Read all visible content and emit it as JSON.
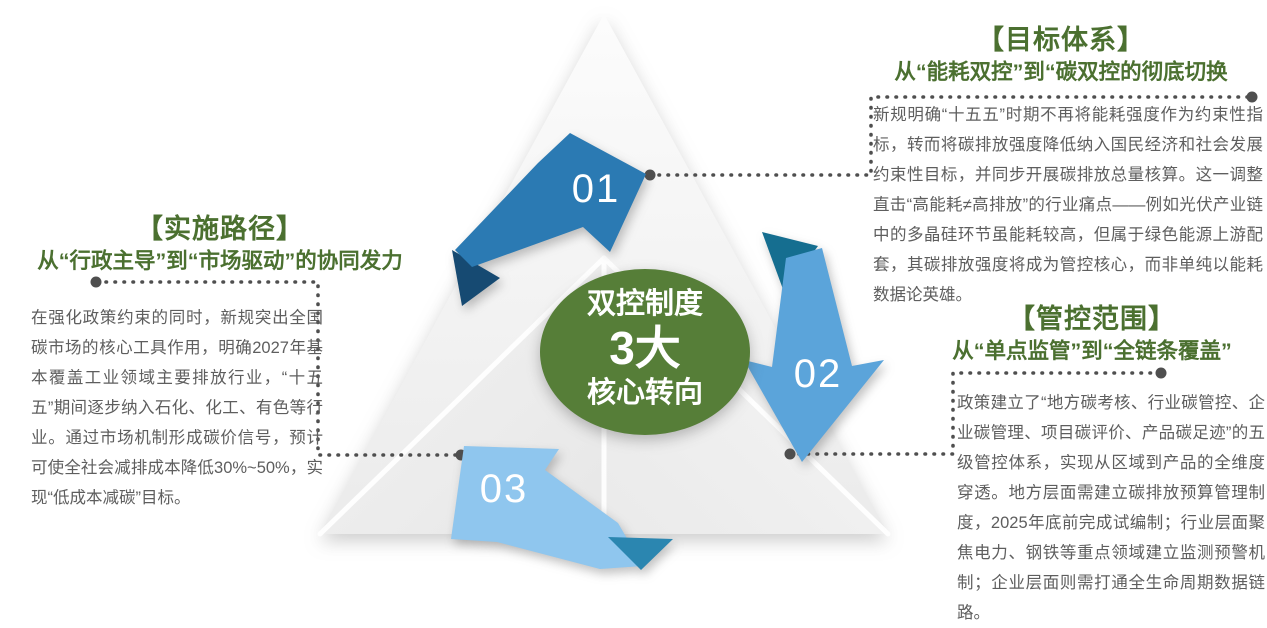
{
  "center": {
    "circle_line1": "双控制度",
    "circle_line2": "3大",
    "circle_line3": "核心转向",
    "circle_color": "#567e38",
    "steps": [
      {
        "number": "01",
        "color": "#2b7ab3"
      },
      {
        "number": "02",
        "color": "#5ba4da"
      },
      {
        "number": "03",
        "color": "#8fc6ee"
      }
    ]
  },
  "colors": {
    "heading_green": "#4b7030",
    "body_gray": "#5e5e5e",
    "connector_gray": "#4f4f4f",
    "triangle_light": "#f1f1f1"
  },
  "sections": [
    {
      "id": "target",
      "title": "【目标体系】",
      "subtitle": "从“能耗双控”到“碳双控的彻底切换",
      "body": "新规明确“十五五”时期不再将能耗强度作为约束性指标，转而将碳排放强度降低纳入国民经济和社会发展约束性目标，并同步开展碳排放总量核算。这一调整直击“高能耗≠高排放”的行业痛点——例如光伏产业链中的多晶硅环节虽能耗较高，但属于绿色能源上游配套，其碳排放强度将成为管控核心，而非单纯以能耗数据论英雄。"
    },
    {
      "id": "scope",
      "title": "【管控范围】",
      "subtitle": "从“单点监管”到“全链条覆盖”",
      "body": "政策建立了“地方碳考核、行业碳管控、企业碳管理、项目碳评价、产品碳足迹”的五级管控体系，实现从区域到产品的全维度穿透。地方层面需建立碳排放预算管理制度，2025年底前完成试编制；行业层面聚焦电力、钢铁等重点领域建立监测预警机制；企业层面则需打通全生命周期数据链路。"
    },
    {
      "id": "path",
      "title": "【实施路径】",
      "subtitle": "从“行政主导”到“市场驱动”的协同发力",
      "body": "在强化政策约束的同时，新规突出全国碳市场的核心工具作用，明确2027年基本覆盖工业领域主要排放行业，“十五五”期间逐步纳入石化、化工、有色等行业。通过市场机制形成碳价信号，预计可使全社会减排成本降低30%~50%，实现“低成本减碳”目标。"
    }
  ]
}
